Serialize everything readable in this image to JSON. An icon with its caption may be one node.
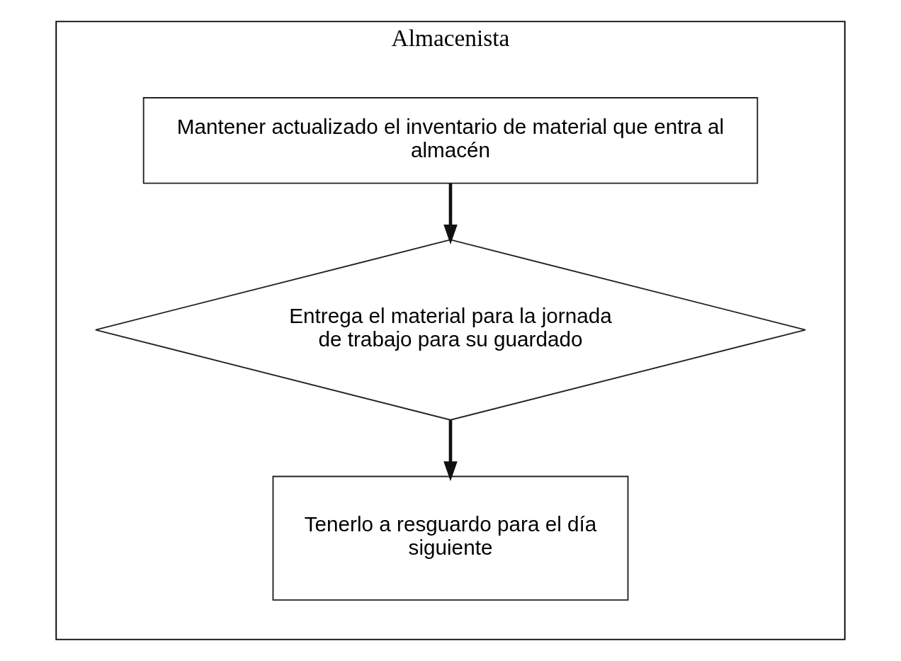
{
  "diagram": {
    "nodes": [
      {
        "text": [
          "Almacenista"
        ]
      },
      {
        "text": [
          "Mantener actualizado el inventario de material que entra al almacén"
        ],
        "in": 0
      },
      {
        "text": [
          "Entrega el material para la jornada de trabajo para su guardado"
        ],
        "in": 0
      },
      {
        "text": [
          "Tenerlo a resguardo para el día siguiente"
        ],
        "in": 0
      }
    ],
    "edges": [
      {
        "from": 1,
        "to": 2,
        "arrow": "to"
      },
      {
        "from": 2,
        "to": 3,
        "arrow": "to"
      }
    ]
  }
}
